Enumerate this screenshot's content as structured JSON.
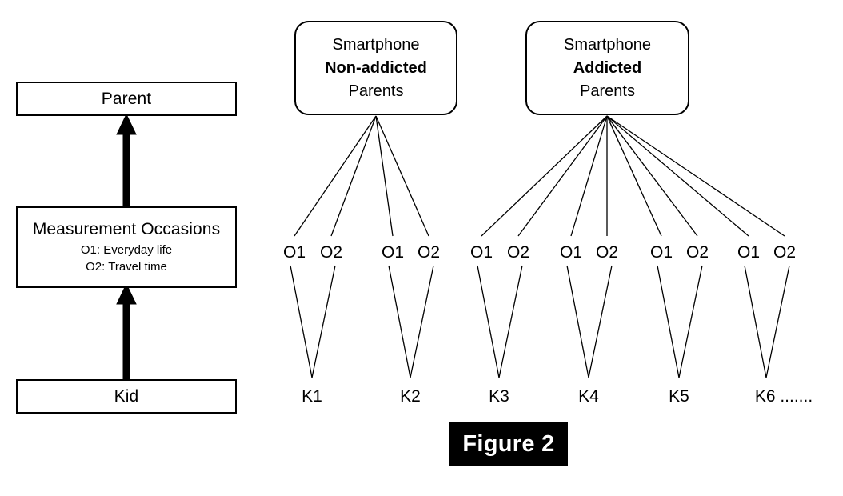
{
  "figure": {
    "caption": "Figure 2"
  },
  "left_panel": {
    "levels": [
      {
        "title": "Parent"
      },
      {
        "title": "Measurement Occasions",
        "sub_lines": [
          "O1: Everyday life",
          "O2: Travel time"
        ]
      },
      {
        "title": "Kid"
      }
    ]
  },
  "right_panel": {
    "groups": [
      {
        "lines": [
          {
            "text": "Smartphone",
            "bold": false
          },
          {
            "text": "Non-addicted",
            "bold": true
          },
          {
            "text": "Parents",
            "bold": false
          }
        ],
        "kids": [
          {
            "label": "K1",
            "occasions": [
              "O1",
              "O2"
            ]
          },
          {
            "label": "K2",
            "occasions": [
              "O1",
              "O2"
            ]
          }
        ]
      },
      {
        "lines": [
          {
            "text": "Smartphone",
            "bold": false
          },
          {
            "text": "Addicted",
            "bold": true
          },
          {
            "text": "Parents",
            "bold": false
          }
        ],
        "kids": [
          {
            "label": "K3",
            "occasions": [
              "O1",
              "O2"
            ]
          },
          {
            "label": "K4",
            "occasions": [
              "O1",
              "O2"
            ]
          },
          {
            "label": "K5",
            "occasions": [
              "O1",
              "O2"
            ]
          },
          {
            "label": "K6 .......",
            "occasions": [
              "O1",
              "O2"
            ]
          }
        ]
      }
    ]
  },
  "colors": {
    "stroke": "#000000",
    "background": "#ffffff",
    "caption_background": "#000000",
    "caption_text": "#ffffff"
  }
}
